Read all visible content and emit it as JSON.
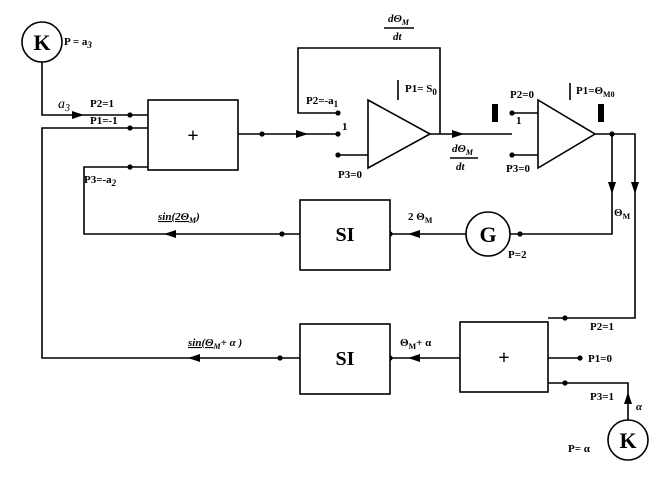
{
  "blocks": {
    "k_top": {
      "symbol": "K",
      "param": "P = a",
      "param_sub": "3"
    },
    "sum1": {
      "symbol": "+"
    },
    "integ1": {
      "p1": "P1= S",
      "p1_sub": "0",
      "p2": "P2=-a",
      "p2_sub": "1",
      "p3": "P3=0",
      "pin": "1"
    },
    "integ2": {
      "p1": "P1=Θ",
      "p1_sub": "M0",
      "p2": "P2=0",
      "p3": "P3=0",
      "pin": "1"
    },
    "si1": {
      "symbol": "SI"
    },
    "g": {
      "symbol": "G",
      "param": "P=2"
    },
    "si2": {
      "symbol": "SI"
    },
    "sum2": {
      "symbol": "+",
      "p2": "P2=1",
      "p1": "P1=0",
      "p3": "P3=1"
    },
    "k_bottom": {
      "symbol": "K",
      "param": "P= α"
    }
  },
  "sum1_ports": {
    "p2": "P2=1",
    "p1": "P1=-1",
    "p3": "P3=-a",
    "p3_sub": "2"
  },
  "signals": {
    "a3_in": "a",
    "a3_sub": "3",
    "dtheta_fb_num": "dΘ",
    "dtheta_fb_num_sub": "M",
    "dtheta_fb_den": "dt",
    "dtheta_mid_num": "dΘ",
    "dtheta_mid_num_sub": "M",
    "dtheta_mid_den": "dt",
    "theta_out": "Θ",
    "theta_out_sub": "M",
    "two_theta": "2 Θ",
    "two_theta_sub": "M",
    "sin2theta": "sin(2Θ",
    "sin2theta_sub": "M",
    "sin2theta_end": ")",
    "theta_alpha": "Θ",
    "theta_alpha_sub": "M",
    "theta_alpha_end": "+ α",
    "sin_theta_alpha": "sin(Θ",
    "sin_theta_alpha_sub": "M",
    "sin_theta_alpha_end": "+ α )",
    "alpha_in": "α"
  }
}
